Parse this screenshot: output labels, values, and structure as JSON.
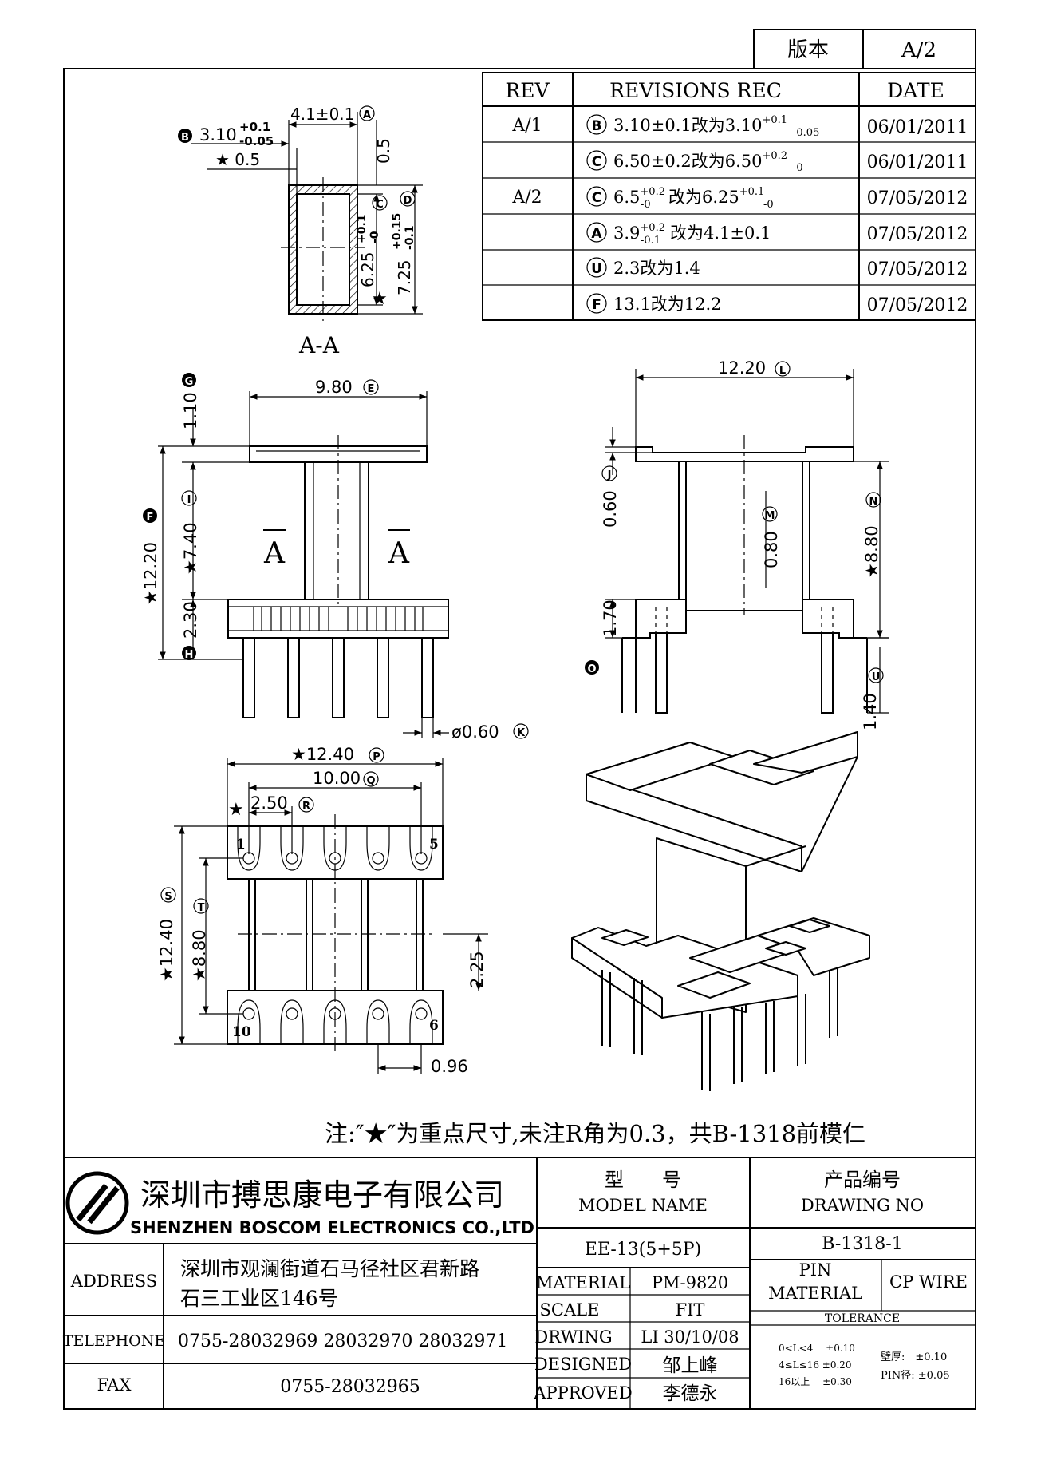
{
  "version_box": {
    "label": "版本",
    "value": "A/2"
  },
  "revisions": {
    "headers": {
      "rev": "REV",
      "rec": "REVISIONS REC",
      "date": "DATE"
    },
    "rows": [
      {
        "rev": "A/1",
        "mark": "B",
        "text": "3.10±0.1改为3.10",
        "tol_up": "+0.1",
        "tol_dn": "-0.05",
        "suffix": "",
        "date": "06/01/2011"
      },
      {
        "rev": "",
        "mark": "C",
        "text": "6.50±0.2改为6.50",
        "tol_up": "+0.2",
        "tol_dn": "-0",
        "suffix": "",
        "date": "06/01/2011"
      },
      {
        "rev": "A/2",
        "mark": "C",
        "text": "6.5",
        "tol_up": "+0.2",
        "tol_dn": "-0",
        "suffix": "改为6.25",
        "suffix_up": "+0.1",
        "suffix_dn": "-0",
        "date": "07/05/2012"
      },
      {
        "rev": "",
        "mark": "A",
        "text": "3.9",
        "tol_up": "+0.2",
        "tol_dn": "-0.1",
        "suffix": "改为4.1±0.1",
        "date": "07/05/2012"
      },
      {
        "rev": "",
        "mark": "U",
        "text": "2.3改为1.4",
        "date": "07/05/2012"
      },
      {
        "rev": "",
        "mark": "F",
        "text": "13.1改为12.2",
        "date": "07/05/2012"
      }
    ]
  },
  "section_aa": {
    "label": "A-A",
    "dims": {
      "b": "3.10",
      "b_up": "+0.1",
      "b_dn": "-0.05",
      "a": "4.1±0.1",
      "star05": "★ 0.5",
      "top05": "0.5",
      "c": "6.25",
      "c_up": "+0.1",
      "c_dn": "-0",
      "d": "7.25",
      "d_up": "+0.15",
      "d_dn": "-0.1",
      "star": "★"
    },
    "marks": {
      "a": "A",
      "b": "B",
      "c": "C",
      "d": "D"
    }
  },
  "front_view": {
    "dims": {
      "e": "9.80",
      "g": "1.10",
      "i": "★7.40",
      "f": "★12.20",
      "h": "2.30",
      "k": "ø0.60"
    },
    "marks": {
      "e": "E",
      "g": "G",
      "i": "I",
      "f": "F",
      "h": "H",
      "k": "K"
    },
    "section_marks": {
      "left": "A",
      "right": "A"
    }
  },
  "side_view": {
    "dims": {
      "l": "12.20",
      "j": "0.60",
      "m": "0.80",
      "n": "★8.80",
      "o": "1.70",
      "u": "1.40"
    },
    "marks": {
      "l": "L",
      "j": "J",
      "m": "M",
      "n": "N",
      "o": "O",
      "u": "U"
    }
  },
  "bottom_view": {
    "dims": {
      "p": "★12.40",
      "q": "10.00",
      "r": "2.50",
      "star": "★",
      "s": "★12.40",
      "t": "★8.80",
      "v225": "2.25",
      "v096": "0.96"
    },
    "marks": {
      "p": "P",
      "q": "Q",
      "r": "R",
      "s": "S",
      "t": "T"
    },
    "pins": {
      "p1": "1",
      "p5": "5",
      "p10": "10",
      "p6": "6"
    }
  },
  "note": "注:″★″为重点尺寸,未注R角为0.3，共B-1318前模仁",
  "title_block": {
    "company_cn": "深圳市搏思康电子有限公司",
    "company_en": "SHENZHEN BOSCOM ELECTRONICS CO.,LTD",
    "address_label": "ADDRESS",
    "address_line1": "深圳市观澜街道石马径社区君新路",
    "address_line2": "石三工业区146号",
    "telephone_label": "TELEPHONE",
    "telephone": "0755-28032969 28032970 28032971",
    "fax_label": "FAX",
    "fax": "0755-28032965",
    "model_cn": "型　　号",
    "model_en": "MODEL NAME",
    "model_value": "EE-13(5+5P)",
    "drawing_cn": "产品编号",
    "drawing_en": "DRAWING NO",
    "drawing_value": "B-1318-1",
    "material_label": "MATERIAL",
    "material_value": "PM-9820",
    "pin_material_label_1": "PIN",
    "pin_material_label_2": "MATERIAL",
    "pin_material_value": "CP WIRE",
    "scale_label": "SCALE",
    "scale_value": "FIT",
    "tolerance_label": "TOLERANCE",
    "drwing_label": "DRWING",
    "drwing_value": "LI 30/10/08",
    "designed_label": "DESIGNED",
    "designed_value": "邹上峰",
    "approved_label": "APPROVED",
    "approved_value": "李德永",
    "tol_1": "0<L<4　 ±0.10",
    "tol_2": "4≤L≤16 ±0.20",
    "tol_3": "16以上　 ±0.30",
    "tol_wall": "壁厚:　±0.10",
    "tol_pin": "PIN径: ±0.05"
  }
}
